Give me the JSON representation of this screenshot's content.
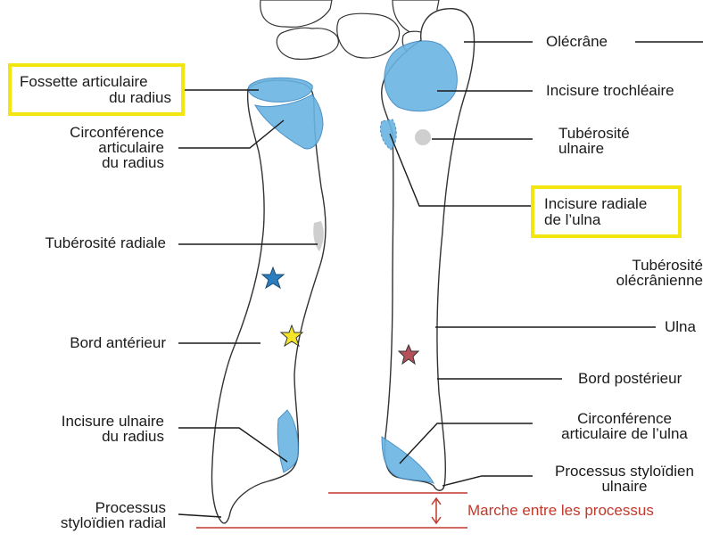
{
  "labels": {
    "fossette": [
      "Fossette articulaire",
      "du radius"
    ],
    "circonference_radius": [
      "Circonférence",
      "articulaire",
      "du radius"
    ],
    "tuberosite_radiale": "Tubérosité radiale",
    "bord_anterieur": "Bord antérieur",
    "incisure_ulnaire": [
      "Incisure ulnaire",
      "du radius"
    ],
    "processus_radial": [
      "Processus",
      "styloïdien radial"
    ],
    "olecrane": "Olécrâne",
    "incisure_trochleaire": "Incisure trochléaire",
    "tuberosite_ulnaire": [
      "Tubérosité",
      "ulnaire"
    ],
    "incisure_radiale": [
      "Incisure radiale",
      "de l’ulna"
    ],
    "tuberosite_olecranienne": [
      "Tubérosité",
      "olécrânienne"
    ],
    "ulna": "Ulna",
    "bord_posterieur": "Bord postérieur",
    "circonference_ulna": [
      "Circonférence",
      "articulaire de l’ulna"
    ],
    "processus_ulnaire": [
      "Processus styloïdien",
      "ulnaire"
    ],
    "marche": "Marche entre les processus"
  },
  "colors": {
    "articular_blue": "#6ab4e2",
    "highlight_yellow": "#f2e510",
    "marker_red": "#c0392b",
    "star_blue": "#2b7fc1",
    "star_yellow": "#f5e42a",
    "star_red": "#b5505a"
  },
  "icons": [
    "star-blue-icon",
    "star-yellow-icon",
    "star-red-icon",
    "double-arrow-icon"
  ]
}
